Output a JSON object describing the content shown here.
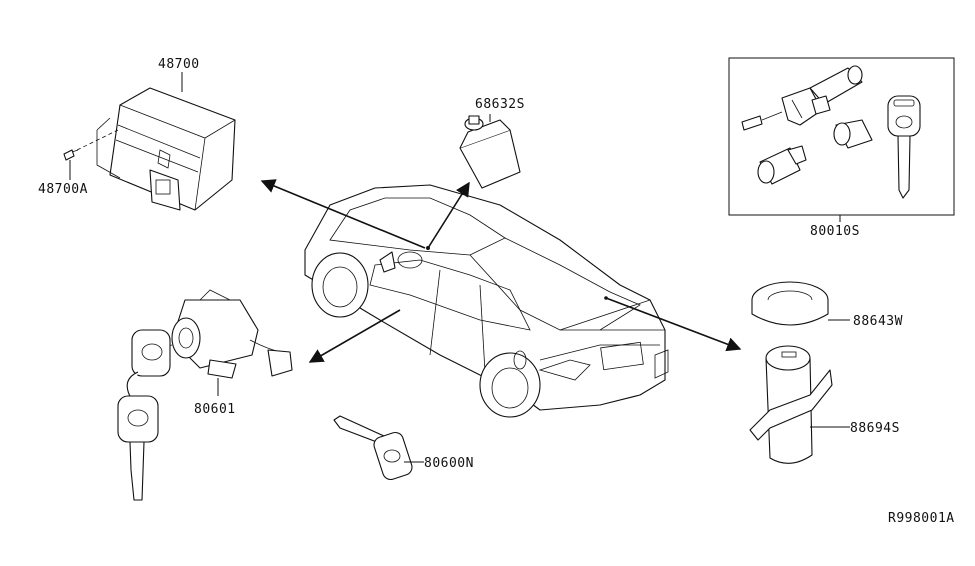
{
  "labels": {
    "p48700": "48700",
    "p48700A": "48700A",
    "p68632S": "68632S",
    "p80010S": "80010S",
    "p88643W": "88643W",
    "p88694S": "88694S",
    "p80601": "80601",
    "p80600N": "80600N",
    "ref": "R998001A"
  }
}
